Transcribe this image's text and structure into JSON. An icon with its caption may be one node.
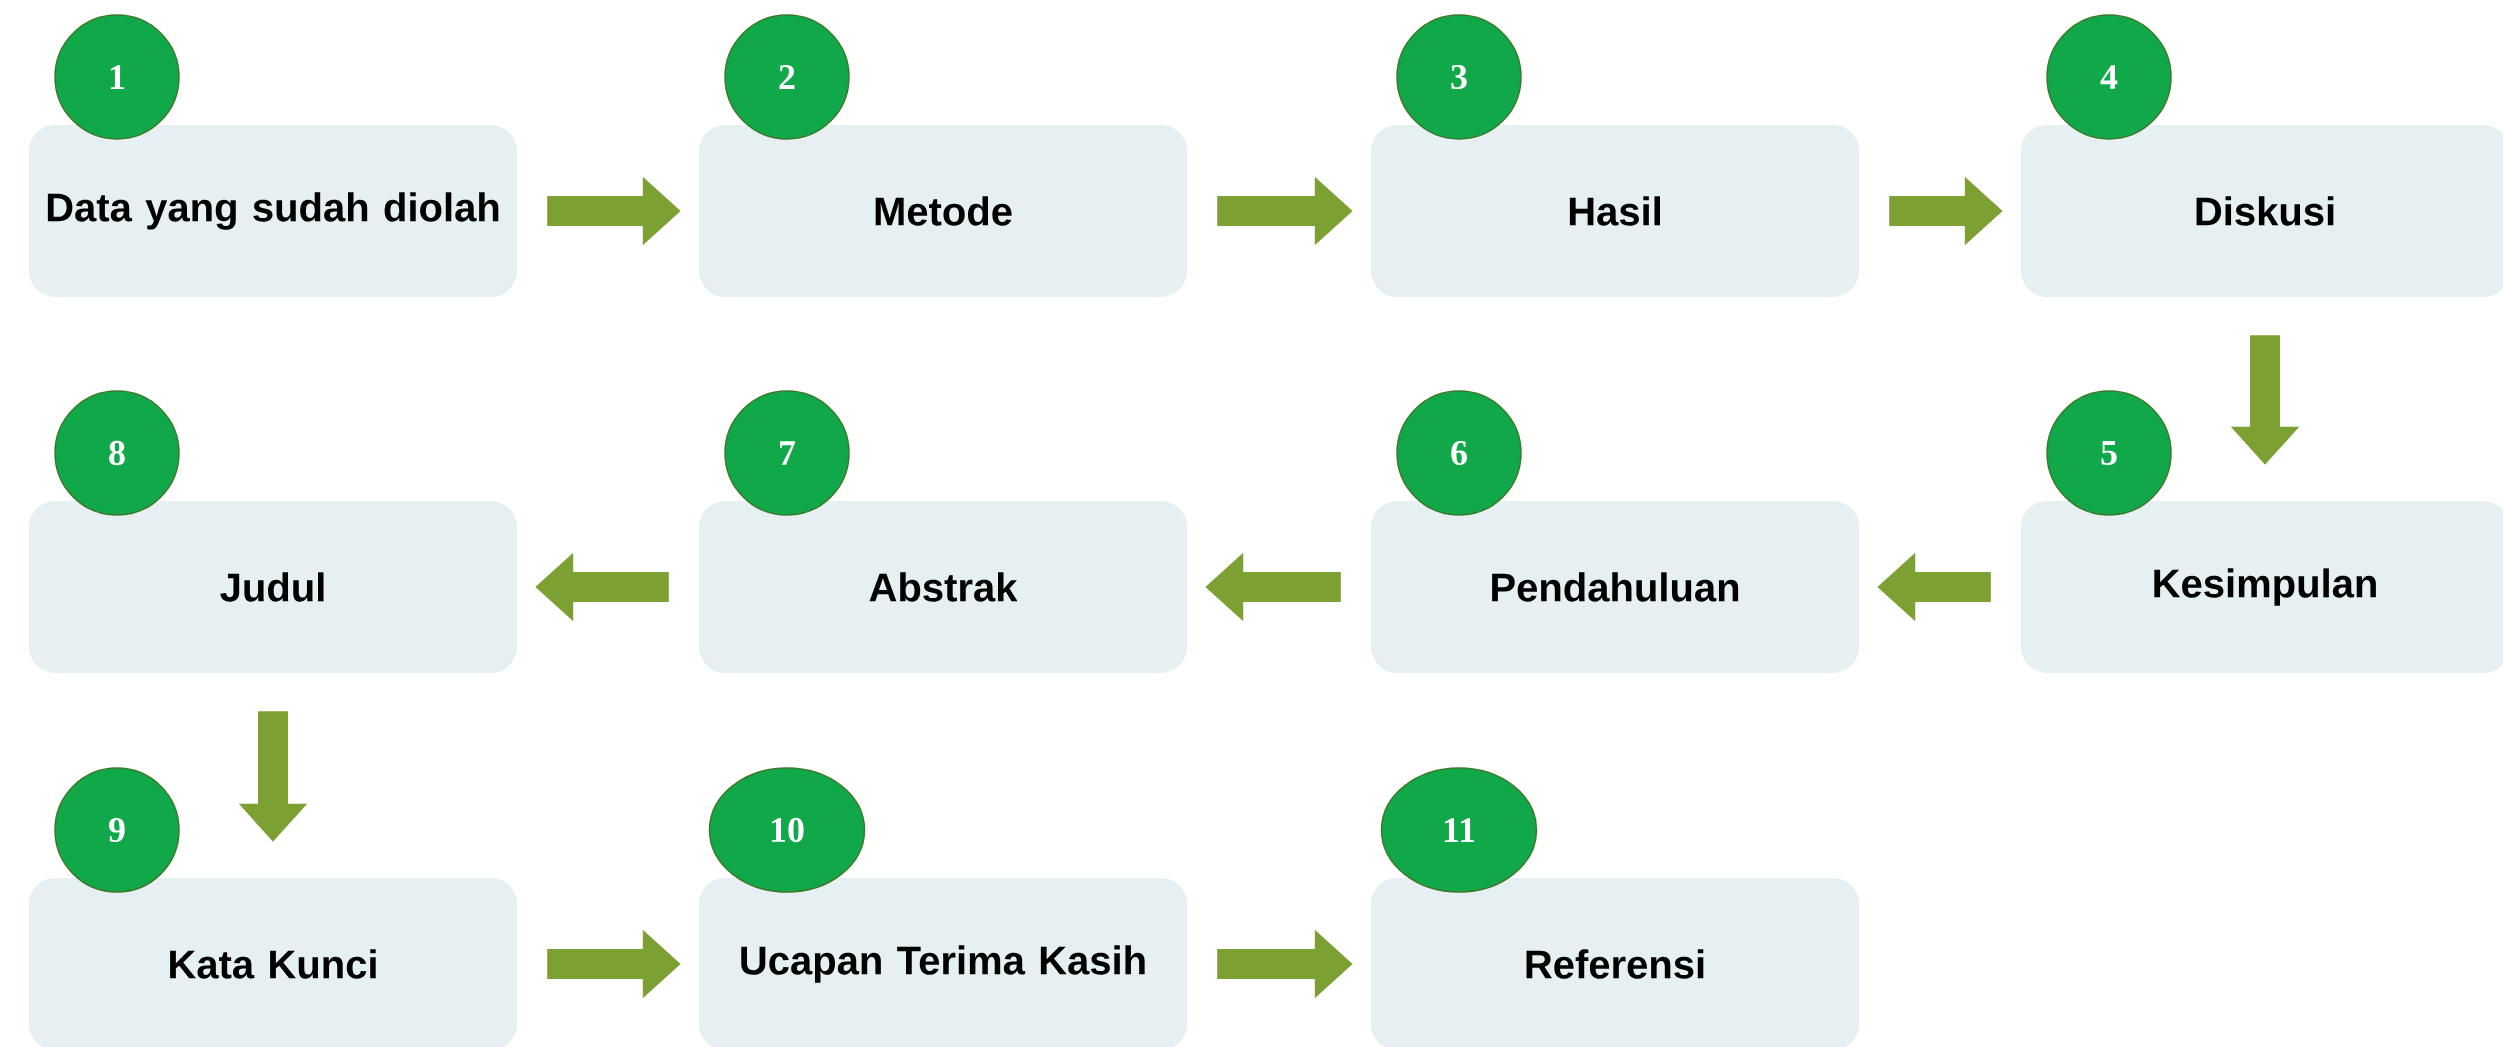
{
  "diagram": {
    "nodes": [
      {
        "text": [
          "1",
          "Data yang sudah diolah"
        ]
      },
      {
        "text": [
          "2",
          "Metode"
        ]
      },
      {
        "text": [
          "3",
          "Hasil"
        ]
      },
      {
        "text": [
          "4",
          "Diskusi"
        ]
      },
      {
        "text": [
          "5",
          "Kesimpulan"
        ]
      },
      {
        "text": [
          "6",
          "Pendahuluan"
        ]
      },
      {
        "text": [
          "7",
          "Abstrak"
        ]
      },
      {
        "text": [
          "8",
          "Judul"
        ]
      },
      {
        "text": [
          "9",
          "Kata Kunci"
        ]
      },
      {
        "text": [
          "10",
          "Ucapan Terima Kasih"
        ]
      },
      {
        "text": [
          "11",
          "Referensi"
        ]
      }
    ],
    "edges": [
      {
        "from": 0,
        "to": 1,
        "arrow": "to"
      },
      {
        "from": 1,
        "to": 2,
        "arrow": "to"
      },
      {
        "from": 2,
        "to": 3,
        "arrow": "to"
      },
      {
        "from": 3,
        "to": 4,
        "arrow": "to"
      },
      {
        "from": 4,
        "to": 5,
        "arrow": "to"
      },
      {
        "from": 5,
        "to": 6,
        "arrow": "to"
      },
      {
        "from": 6,
        "to": 7,
        "arrow": "to"
      },
      {
        "from": 7,
        "to": 8,
        "arrow": "to"
      },
      {
        "from": 8,
        "to": 9,
        "arrow": "to"
      },
      {
        "from": 9,
        "to": 10,
        "arrow": "to"
      }
    ]
  }
}
